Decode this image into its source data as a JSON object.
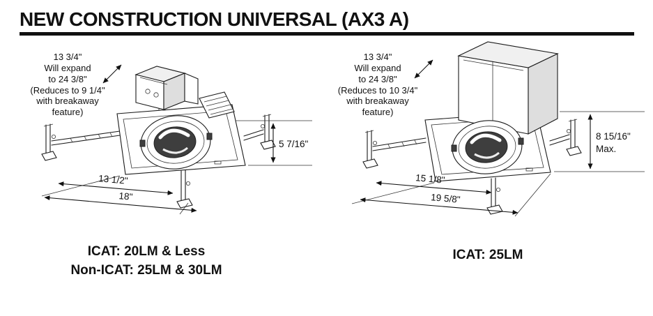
{
  "header": {
    "title": "NEW CONSTRUCTION UNIVERSAL (AX3 A)"
  },
  "left_diagram": {
    "expansion_note": "13 3/4\"\nWill expand\nto 24 3/8\"\n(Reduces to 9 1/4\"\nwith breakaway\nfeature)",
    "dims": {
      "height": "5 7/16\"",
      "inner_width": "13 1/2\"",
      "outer_width": "18\""
    },
    "caption_line1": "ICAT: 20LM & Less",
    "caption_line2": "Non-ICAT: 25LM & 30LM"
  },
  "right_diagram": {
    "expansion_note": "13 3/4\"\nWill expand\nto 24 3/8\"\n(Reduces to 10 3/4\"\nwith breakaway\nfeature)",
    "dims": {
      "height": "8 15/16\"",
      "height_qualifier": "Max.",
      "inner_width": "15 1/8\"",
      "outer_width": "19 5/8\""
    },
    "caption": "ICAT: 25LM"
  },
  "colors": {
    "ink": "#111111",
    "module_dark": "#3e3e3e"
  }
}
